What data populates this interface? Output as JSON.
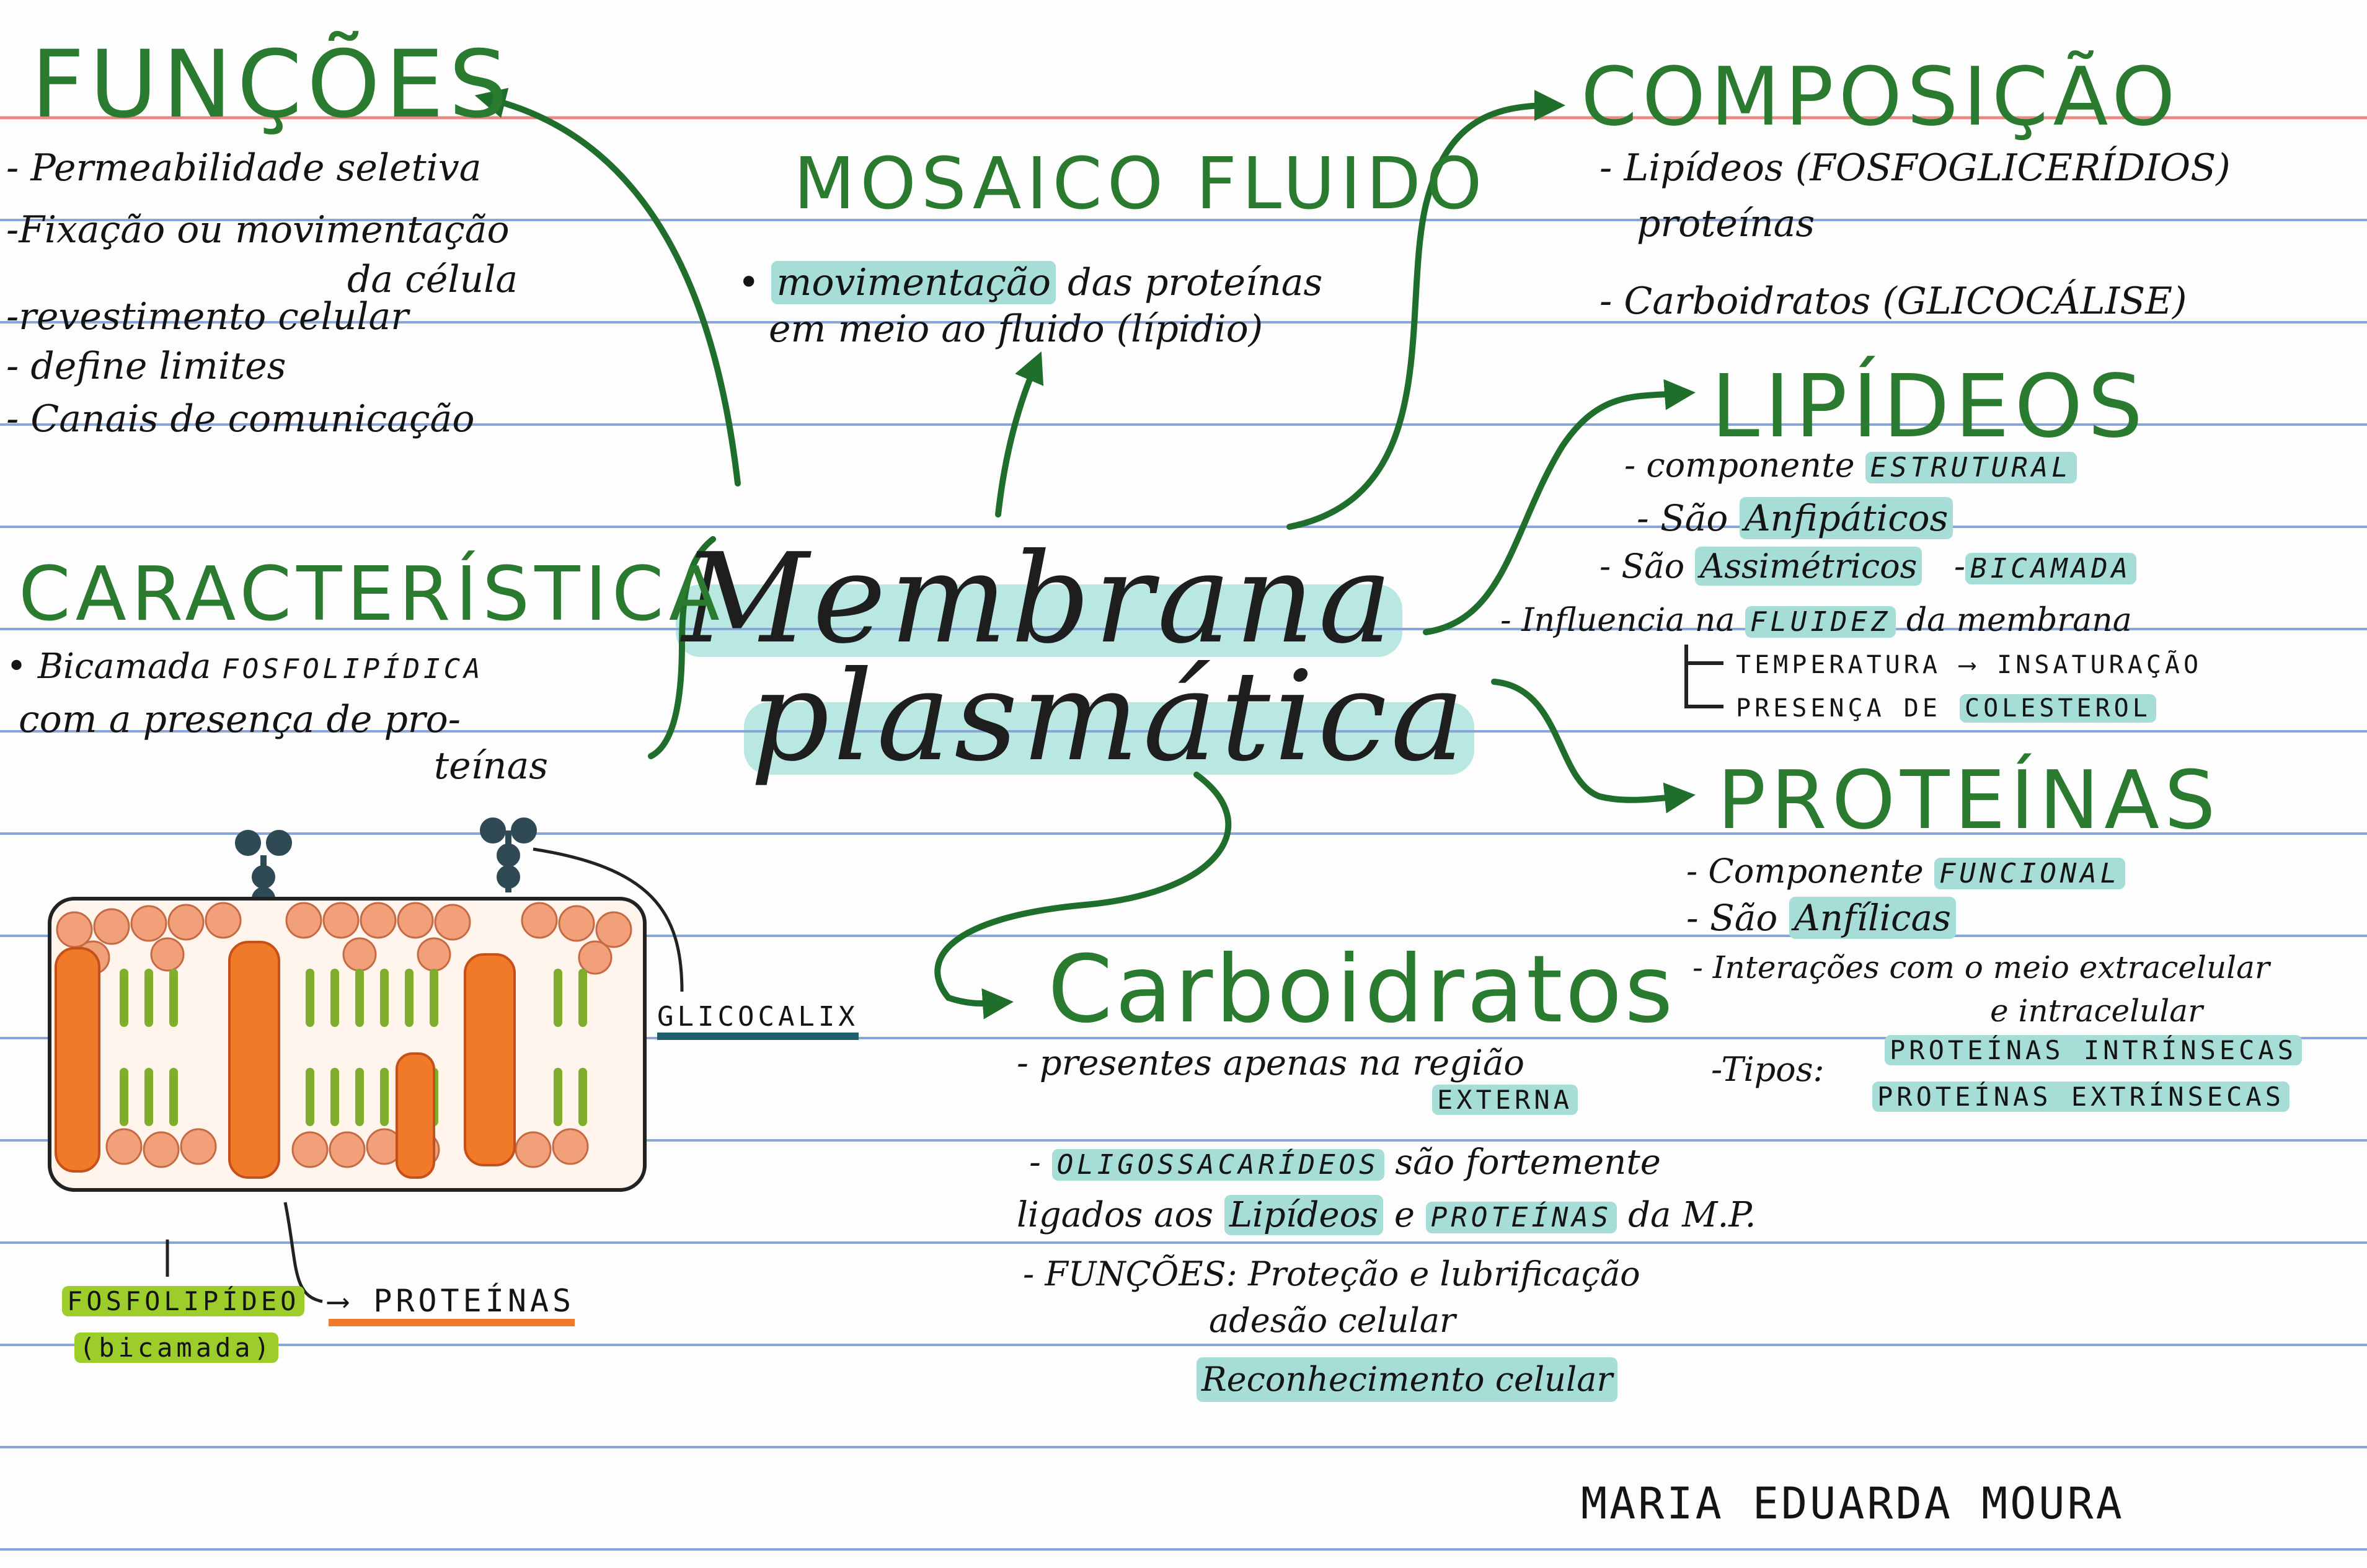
{
  "center": {
    "line1": "Membrana",
    "line2": "plasmática"
  },
  "funcoes": {
    "title": "FUNÇÕES",
    "items": [
      "- Permeabilidade seletiva",
      "-Fixação ou movimentação",
      "da célula",
      "-revestimento celular",
      "- define limites",
      "- Canais de comunicação"
    ]
  },
  "mosaico": {
    "title": "MOSAICO FLUIDO",
    "line1_hl": "movimentação",
    "line1_rest": "das proteínas",
    "line2": "em meio ao fluido (lípidio)"
  },
  "composicao": {
    "title": "COMPOSIÇÃO",
    "items": [
      "- Lipídeos (FOSFOGLICERÍDIOS)",
      "proteínas",
      "- Carboidratos (GLICOCÁLISE)"
    ]
  },
  "lipideos": {
    "title": "LIPÍDEOS",
    "i1_pre": "- componente",
    "i1_hl": "ESTRUTURAL",
    "i2_pre": "- São",
    "i2_hl": "Anfipáticos",
    "i3_pre": "- São",
    "i3_hl": "Assimétricos",
    "i3_extra_pre": "-",
    "i3_extra": "BICAMADA",
    "i4_pre": "- Influencia na",
    "i4_hl": "FLUIDEZ",
    "i4_post": "da membrana",
    "i5": "TEMPERATURA",
    "i5_b": "INSATURAÇÃO",
    "i6_pre": "PRESENÇA DE",
    "i6_hl": "COLESTEROL"
  },
  "caracteristica": {
    "title": "CARACTERÍSTICA",
    "line1_pre": "• Bicamada",
    "line1_hl": "FOSFOLIPÍDICA",
    "line2": "com a presença de pro-",
    "line3": "teínas"
  },
  "proteinas": {
    "title": "PROTEÍNAS",
    "i1_pre": "- Componente",
    "i1_hl": "FUNCIONAL",
    "i2_pre": "- São",
    "i2_hl": "Anfílicas",
    "i3": "- Interações com o meio extracelular",
    "i4": "e intracelular",
    "tipos": "-Tipos:",
    "t1": "PROTEÍNAS INTRÍNSECAS",
    "t2": "PROTEÍNAS EXTRÍNSECAS"
  },
  "carboidratos": {
    "title": "Carboidratos",
    "l1": "- presentes apenas na região",
    "l1_hl": "EXTERNA",
    "l2_pre": "-",
    "l2_hl": "OLIGOSSACARÍDEOS",
    "l2_post": "são fortemente",
    "l3_pre": "ligados aos",
    "l3_hl1": "Lipídeos",
    "l3_mid": "e",
    "l3_hl2": "PROTEÍNAS",
    "l3_post": "da M.P.",
    "l4": "- FUNÇÕES: Proteção e lubrificação",
    "l5": "adesão celular",
    "l6": "Reconhecimento celular"
  },
  "diagram_labels": {
    "glicocalix": "GLICOCALIX",
    "fosfolipideo": "FOSFOLIPÍDEO",
    "bicamada": "(bicamada)",
    "proteinas": "PROTEÍNAS"
  },
  "author": "MARIA EDUARDA MOURA",
  "colors": {
    "title_green": "#2a7a2f",
    "highlight": "#a6ddd7",
    "orange": "#f07a2a",
    "green_light": "#9ccd2a",
    "ruled_blue": "#8aa6d8",
    "margin_red": "#e78a86"
  }
}
